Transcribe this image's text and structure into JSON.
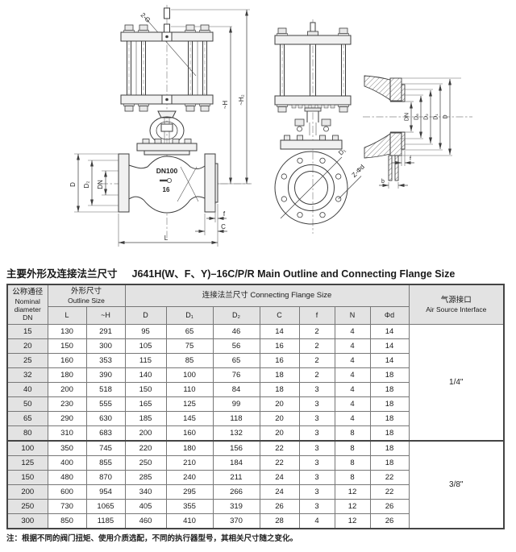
{
  "title": {
    "cn": "主要外形及连接法兰尺寸",
    "model": "J641H(W、F、Y)–16C/P/R Main Outline and Connecting Flange Size"
  },
  "drawings": {
    "front": {
      "g_port": "2-G",
      "h": "~H",
      "h2": "~H₂",
      "d": "D",
      "d2": "D₂",
      "dn": "DN",
      "f": "f",
      "c": "C",
      "l": "L",
      "body_dn": "DN100",
      "body_pn": "16"
    },
    "side": {
      "d1": "D₁",
      "bolt_holes": "Z-Φd"
    },
    "section": {
      "dn": "DN",
      "d6": "D₆",
      "d2": "D₂",
      "d1": "D₁",
      "d": "D",
      "f": "f",
      "b": "b"
    }
  },
  "table": {
    "header": {
      "dn": {
        "cn": "公称通径",
        "en1": "Nominal",
        "en2": "diameter",
        "en3": "DN"
      },
      "outline": {
        "cn": "外形尺寸",
        "en": "Outline Size",
        "col_l": "L",
        "col_h": "~H"
      },
      "flange": {
        "title": "连接法兰尺寸 Connecting Flange Size",
        "col_d": "D",
        "col_d1": "D₁",
        "col_d2": "D₂",
        "col_c": "C",
        "col_f": "f",
        "col_n": "N",
        "col_phid": "Φd"
      },
      "air": {
        "cn": "气源接口",
        "en": "Air Source Interface"
      }
    },
    "rows": [
      [
        "15",
        "130",
        "291",
        "95",
        "65",
        "46",
        "14",
        "2",
        "4",
        "14"
      ],
      [
        "20",
        "150",
        "300",
        "105",
        "75",
        "56",
        "16",
        "2",
        "4",
        "14"
      ],
      [
        "25",
        "160",
        "353",
        "115",
        "85",
        "65",
        "16",
        "2",
        "4",
        "14"
      ],
      [
        "32",
        "180",
        "390",
        "140",
        "100",
        "76",
        "18",
        "2",
        "4",
        "18"
      ],
      [
        "40",
        "200",
        "518",
        "150",
        "110",
        "84",
        "18",
        "3",
        "4",
        "18"
      ],
      [
        "50",
        "230",
        "555",
        "165",
        "125",
        "99",
        "20",
        "3",
        "4",
        "18"
      ],
      [
        "65",
        "290",
        "630",
        "185",
        "145",
        "118",
        "20",
        "3",
        "4",
        "18"
      ],
      [
        "80",
        "310",
        "683",
        "200",
        "160",
        "132",
        "20",
        "3",
        "8",
        "18"
      ],
      [
        "100",
        "350",
        "745",
        "220",
        "180",
        "156",
        "22",
        "3",
        "8",
        "18"
      ],
      [
        "125",
        "400",
        "855",
        "250",
        "210",
        "184",
        "22",
        "3",
        "8",
        "18"
      ],
      [
        "150",
        "480",
        "870",
        "285",
        "240",
        "211",
        "24",
        "3",
        "8",
        "22"
      ],
      [
        "200",
        "600",
        "954",
        "340",
        "295",
        "266",
        "24",
        "3",
        "12",
        "22"
      ],
      [
        "250",
        "730",
        "1065",
        "405",
        "355",
        "319",
        "26",
        "3",
        "12",
        "26"
      ],
      [
        "300",
        "850",
        "1185",
        "460",
        "410",
        "370",
        "28",
        "4",
        "12",
        "26"
      ]
    ],
    "air_groups": [
      {
        "label": "1/4\"",
        "rows": 8
      },
      {
        "label": "3/8\"",
        "rows": 6
      }
    ]
  },
  "note": "注：根据不同的阀门扭矩、使用介质选配，不同的执行器型号，其相关尺寸随之变化。"
}
